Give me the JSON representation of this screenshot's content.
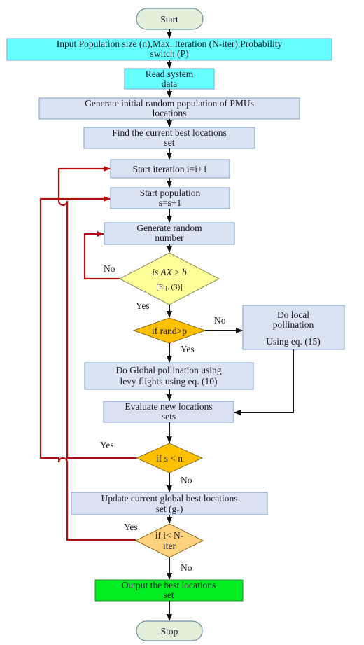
{
  "flowchart": {
    "nodes": {
      "start": {
        "text": "Start"
      },
      "input": {
        "lines": [
          "Input Population size (n),Max. Iteration (N-iter),Probability",
          "switch (P)"
        ]
      },
      "read": {
        "lines": [
          "Read system",
          "data"
        ]
      },
      "generate_initial": {
        "lines": [
          "Generate initial random population of PMUs",
          "locations"
        ]
      },
      "find_best": {
        "lines": [
          "Find the current best locations",
          "set"
        ]
      },
      "start_iteration": {
        "text": "Start iteration i=i+1"
      },
      "start_population": {
        "lines": [
          "Start population",
          "s=s+1"
        ]
      },
      "generate_random": {
        "lines": [
          "Generate random",
          "number"
        ]
      },
      "check_constraint": {
        "line1": "is AX ≥ b",
        "line2": "[Eq. (3)]"
      },
      "if_rand": {
        "text": "if rand>p"
      },
      "local_pollination": {
        "lines": [
          "Do local",
          "pollination",
          "Using eq. (15)"
        ]
      },
      "global_pollination": {
        "lines": [
          "Do Global pollination using",
          "levy flights using eq. (10)"
        ]
      },
      "evaluate": {
        "lines": [
          "Evaluate new locations",
          "sets"
        ]
      },
      "if_s": {
        "text": "if s < n"
      },
      "update": {
        "line1": "Update current global best locations",
        "line2_prefix": "set (g",
        "line2_sub": "*",
        "line2_suffix": ")"
      },
      "if_i": {
        "lines": [
          "if i< N-",
          "iter"
        ]
      },
      "output": {
        "lines": [
          "Output the best locations",
          "set"
        ]
      },
      "stop": {
        "text": "Stop"
      }
    },
    "edge_labels": {
      "constraint_no": "No",
      "constraint_yes": "Yes",
      "rand_no": "No",
      "rand_yes": "Yes",
      "s_yes": "Yes",
      "s_no": "No",
      "i_yes": "Yes",
      "i_no": "No"
    },
    "colors": {
      "terminal": "#e2efda",
      "input": "#66ffff",
      "read": "#66ffff",
      "process": "#dae3f3",
      "process_alt": "#d9e1f2",
      "diamond_light": "#ffff99",
      "diamond_orange": "#ffc000",
      "diamond_peach": "#ffd27f",
      "output": "#00ee22",
      "loop_line": "#b01010",
      "border": "#7f9fc8"
    }
  }
}
